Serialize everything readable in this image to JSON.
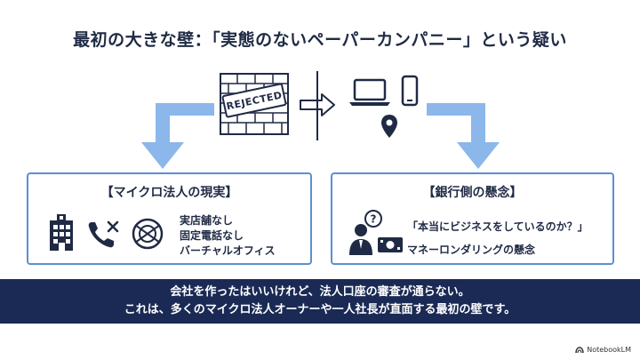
{
  "title": "最初の大きな壁：「実態のないペーパーカンパニー」という疑い",
  "stamp_text": "REJECTED",
  "left_box": {
    "title": "【マイクロ法人の現実】",
    "facts": [
      "実店舗なし",
      "固定電話なし",
      "バーチャルオフィス"
    ]
  },
  "right_box": {
    "title": "【銀行側の懸念】",
    "quote": "「本当にビジネスをしているのか？」",
    "concern": "マネーロンダリングの懸念"
  },
  "banner": {
    "line1": "会社を作ったはいいけれど、法人口座の審査が通らない。",
    "line2": "これは、多くのマイクロ法人オーナーや一人社長が直面する最初の壁です。"
  },
  "brand": "NotebookLM",
  "colors": {
    "navy": "#1a2a55",
    "accent_blue": "#5b8fd1",
    "arrow_blue": "#8bb7ea",
    "text": "#1f2a44"
  },
  "icons": [
    "brick-wall-icon",
    "arrow-right-icon",
    "laptop-icon",
    "smartphone-icon",
    "location-pin-icon",
    "building-icon",
    "phone-crossed-icon",
    "no-store-icon",
    "businessman-icon",
    "question-bubble-icon",
    "money-icon"
  ]
}
